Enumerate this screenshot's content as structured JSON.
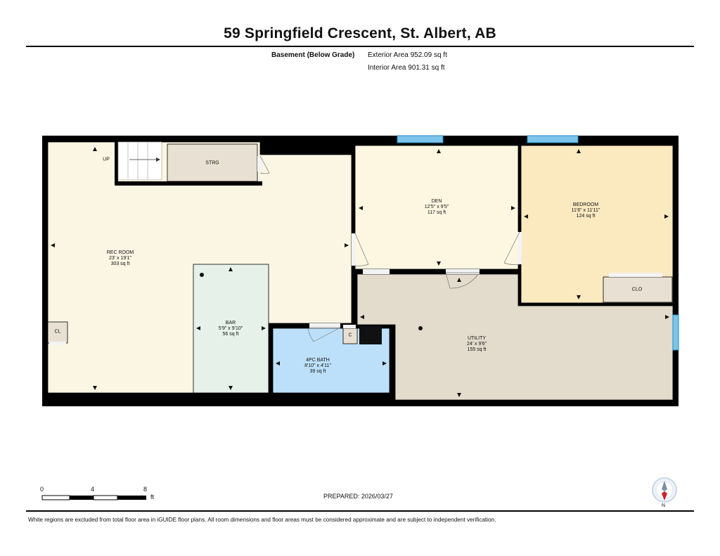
{
  "header": {
    "title": "59 Springfield Crescent, St. Albert, AB",
    "level_name": "Basement (Below Grade)",
    "exterior_area": "Exterior Area 952.09 sq ft",
    "interior_area": "Interior Area 901.31 sq ft"
  },
  "rooms": {
    "rec_room": {
      "name": "REC ROOM",
      "dims": "23' x 19'1\"",
      "area": "303 sq ft"
    },
    "den": {
      "name": "DEN",
      "dims": "12'5\" x 9'5\"",
      "area": "117 sq ft"
    },
    "bedroom": {
      "name": "BEDROOM",
      "dims": "11'6\" x 11'11\"",
      "area": "124 sq ft"
    },
    "bar": {
      "name": "BAR",
      "dims": "5'9\" x 9'10\"",
      "area": "56 sq ft"
    },
    "bath": {
      "name": "4PC BATH",
      "dims": "8'10\" x 4'11\"",
      "area": "39 sq ft"
    },
    "utility": {
      "name": "UTILITY",
      "dims": "24' x 9'6\"",
      "area": "155 sq ft"
    }
  },
  "small_labels": {
    "up": "UP",
    "strg": "STRG",
    "clo": "CLO",
    "cl": "CL",
    "c": "C"
  },
  "scale": {
    "ticks": [
      "0",
      "4",
      "8"
    ],
    "unit": "ft"
  },
  "prepared": "PREPARED: 2026/03/27",
  "north": "N",
  "disclaimer": "White regions are excluded from total floor area in iGUIDE floor plans. All room dimensions and floor areas must be considered approximate and are subject to independent verification.",
  "colors": {
    "rec_room": "#fbf6e3",
    "den": "#fdf7e1",
    "bedroom": "#fbe9bf",
    "bar": "#e6f1ea",
    "bath": "#bde0fa",
    "utility": "#e3dbcc",
    "storage": "#e8e1d3",
    "wall": "#000000",
    "window": "#1e8bc3"
  }
}
